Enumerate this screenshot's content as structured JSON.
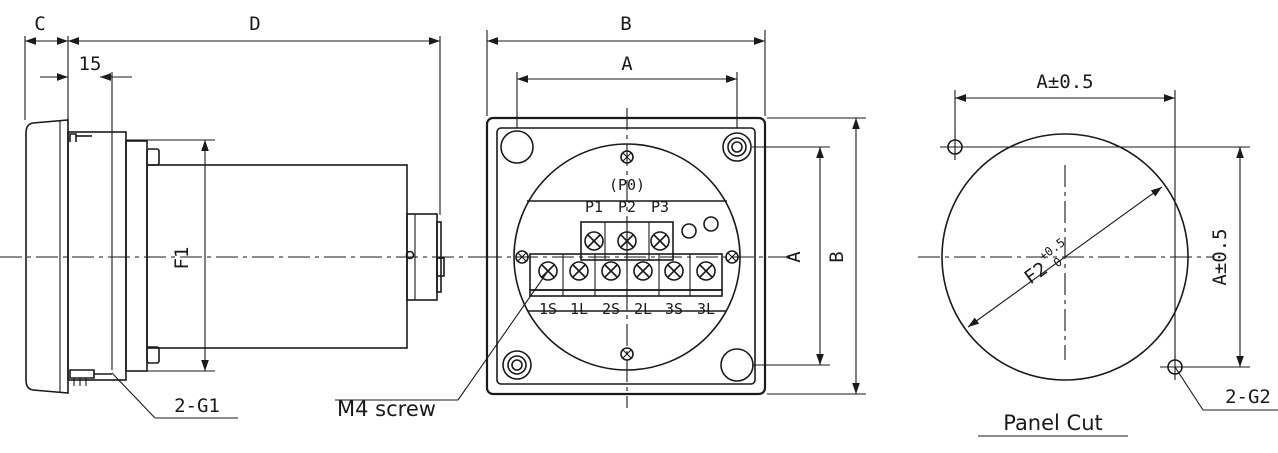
{
  "side_view": {
    "dim_c": "C",
    "dim_d": "D",
    "dim_15": "15",
    "dim_f1": "F1",
    "callout_g1": "2-G1"
  },
  "rear_view": {
    "dim_b_top": "B",
    "dim_a_top": "A",
    "dim_a_right": "A",
    "dim_b_right": "B",
    "p0": "(P0)",
    "pt_labels": [
      "P1",
      "P2",
      "P3"
    ],
    "ct_labels": [
      "1S",
      "1L",
      "2S",
      "2L",
      "3S",
      "3L"
    ],
    "screw_callout": "M4 screw"
  },
  "panel_cut": {
    "dim_a_top": "A±0.5",
    "dim_a_side": "A±0.5",
    "dia_label": "F2",
    "tol_upper": "+0.5",
    "tol_lower": "0",
    "callout_g2": "2-G2",
    "title": "Panel Cut"
  }
}
